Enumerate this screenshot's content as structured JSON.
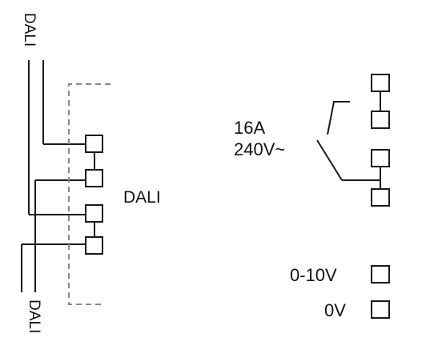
{
  "diagram": {
    "bus_label_top": "DALI",
    "bus_label_bottom": "DALI",
    "dali_terminal_label": "DALI",
    "relay_rating_current": "16A",
    "relay_rating_voltage": "240V~",
    "dim_plus_label": "0-10V",
    "dim_minus_label": "0V"
  },
  "colors": {
    "line": "#1a1a1a",
    "dashed": "#888888",
    "background": "#ffffff"
  }
}
